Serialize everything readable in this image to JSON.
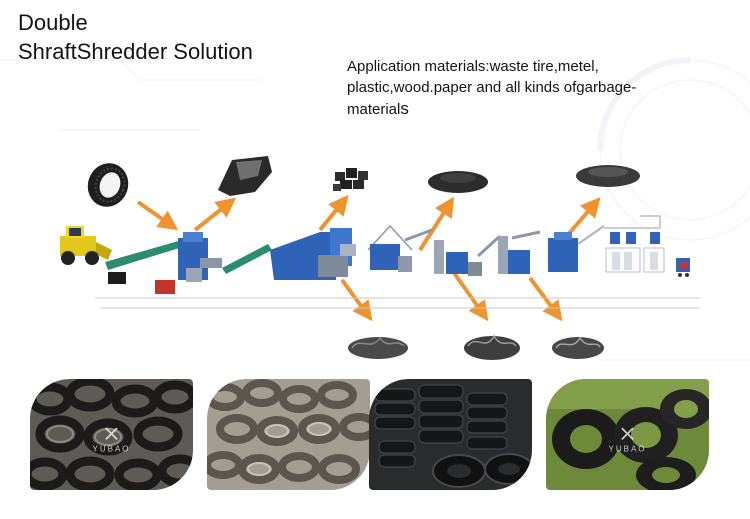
{
  "title": {
    "line1": "Double",
    "line2": "ShraftShredder Solution"
  },
  "application": {
    "line1": "Application materials:waste tire,metel,",
    "line2": "plastic,wood.paper and all kinds ofgarbage-",
    "line3_main": "material",
    "line3_end": "s"
  },
  "watermark": {
    "brand": "YUBAO"
  },
  "colors": {
    "arrow": "#f0922e",
    "machine_blue": "#2f63b8",
    "crumb": "#3a3a3a"
  }
}
